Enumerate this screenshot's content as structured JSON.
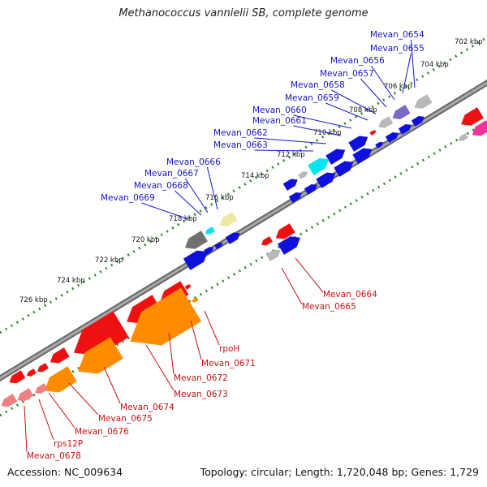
{
  "title": "Methanococcus vannielii SB, complete genome",
  "footer": {
    "accession": "Accession: NC_009634",
    "topology": "Topology: circular; Length: 1,720,048 bp; Genes: 1,729"
  },
  "colors": {
    "backbone": "#808080",
    "tick": "#2e8b2e",
    "label_blue": "#1515cc",
    "label_red": "#cc1111",
    "cds_blue": "#1010dd",
    "cds_red": "#ee1111",
    "cds_orange": "#ff8c00",
    "cds_gray": "#b8b8b8",
    "cds_darkgray": "#707070",
    "cds_cyan": "#00e5ee",
    "cds_purple": "#7b68c8",
    "cds_khaki": "#eee8a0",
    "cds_pink": "#ee3399",
    "cds_lightred": "#f08080"
  },
  "scale_labels": [
    "702 kbp",
    "704 kbp",
    "706 kbp",
    "708 kbp",
    "710 kbp",
    "712 kbp",
    "714 kbp",
    "716 kbp",
    "718 kbp",
    "720 kbp",
    "722 kbp",
    "724 kbp",
    "726 kbp"
  ],
  "gene_labels_top": [
    "Mevan_0654",
    "Mevan_0655",
    "Mevan_0656",
    "Mevan_0657",
    "Mevan_0658",
    "Mevan_0659",
    "Mevan_0660",
    "Mevan_0661",
    "Mevan_0662",
    "Mevan_0663",
    "Mevan_0666",
    "Mevan_0667",
    "Mevan_0668",
    "Mevan_0669"
  ],
  "gene_labels_mid": [
    "Mevan_0664",
    "Mevan_0665"
  ],
  "gene_labels_bottom": [
    "rpoH",
    "Mevan_0671",
    "Mevan_0672",
    "Mevan_0673",
    "Mevan_0674",
    "Mevan_0675",
    "Mevan_0676",
    "rps12P",
    "Mevan_0678"
  ]
}
